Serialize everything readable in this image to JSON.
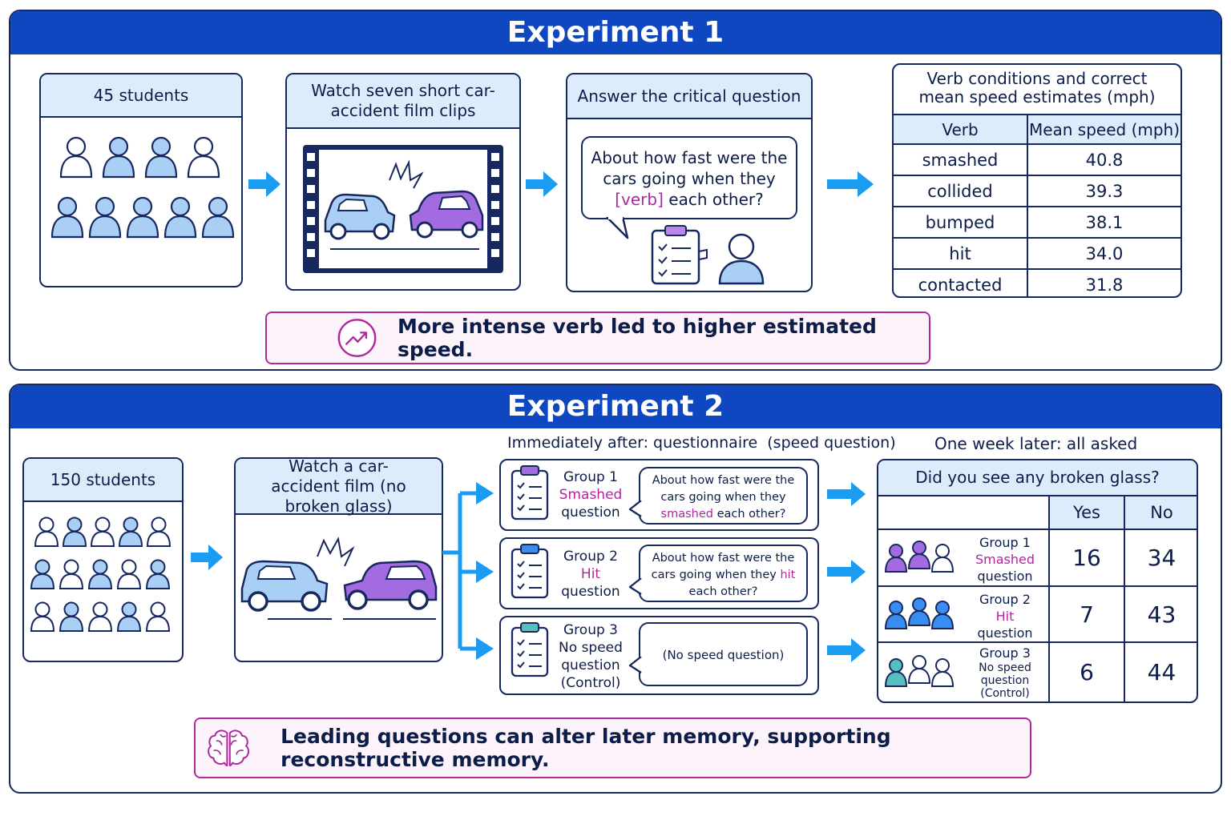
{
  "exp1": {
    "title": "Experiment 1",
    "students": "45 students",
    "watch": "Watch seven short car-accident film clips",
    "answer": "Answer the critical question",
    "question_pre": "About how fast were the cars going when they",
    "question_verb": "[verb]",
    "question_post": "each other?",
    "table_title": "Verb conditions and correct mean speed estimates (mph)",
    "table_headers": [
      "Verb",
      "Mean speed (mph)"
    ],
    "table_rows": [
      {
        "verb": "smashed",
        "speed": "40.8"
      },
      {
        "verb": "collided",
        "speed": "39.3"
      },
      {
        "verb": "bumped",
        "speed": "38.1"
      },
      {
        "verb": "hit",
        "speed": "34.0"
      },
      {
        "verb": "contacted",
        "speed": "31.8"
      }
    ],
    "conclusion": "More intense verb led to higher estimated speed."
  },
  "exp2": {
    "title": "Experiment 2",
    "students": "150 students",
    "watch": "Watch a car-accident film (no broken glass)",
    "immediate_label": "Immediately after: questionnaire  (speed question)",
    "week_label": "One week later: all asked",
    "groups": [
      {
        "line1": "Group 1",
        "line2": "Smashed",
        "line3": "question",
        "q_pre": "About how fast were the cars going when they",
        "q_verb": "smashed",
        "q_post": "each other?"
      },
      {
        "line1": "Group 2",
        "line2": "Hit",
        "line3": "question",
        "q_pre": "About how fast were the cars going when they",
        "q_verb": "hit",
        "q_post": "each other?"
      },
      {
        "line1": "Group 3",
        "line2": "No speed question (Control)",
        "line3": "",
        "q_pre": "(No speed question)",
        "q_verb": "",
        "q_post": ""
      }
    ],
    "glass_question": "Did you see any broken glass?",
    "glass_headers": [
      "Yes",
      "No"
    ],
    "glass_rows": [
      {
        "g1": "Group 1",
        "g2": "Smashed",
        "g3": "question",
        "g4": "",
        "yes": "16",
        "no": "34"
      },
      {
        "g1": "Group 2",
        "g2": "Hit",
        "g3": "question",
        "g4": "",
        "yes": "7",
        "no": "43"
      },
      {
        "g1": "Group 3",
        "g2": "No speed",
        "g3": "question",
        "g4": "(Control)",
        "yes": "6",
        "no": "44"
      }
    ],
    "conclusion": "Leading questions can alter later memory, supporting reconstructive memory."
  },
  "colors": {
    "header_blue": "#0f47c0",
    "arrow_blue": "#1a9cf2",
    "accent_magenta": "#b0279e",
    "box_fill": "#dcecfb",
    "purple_car": "#a36be0",
    "blue_car": "#a9cff5",
    "teal_person": "#56c0c0"
  }
}
